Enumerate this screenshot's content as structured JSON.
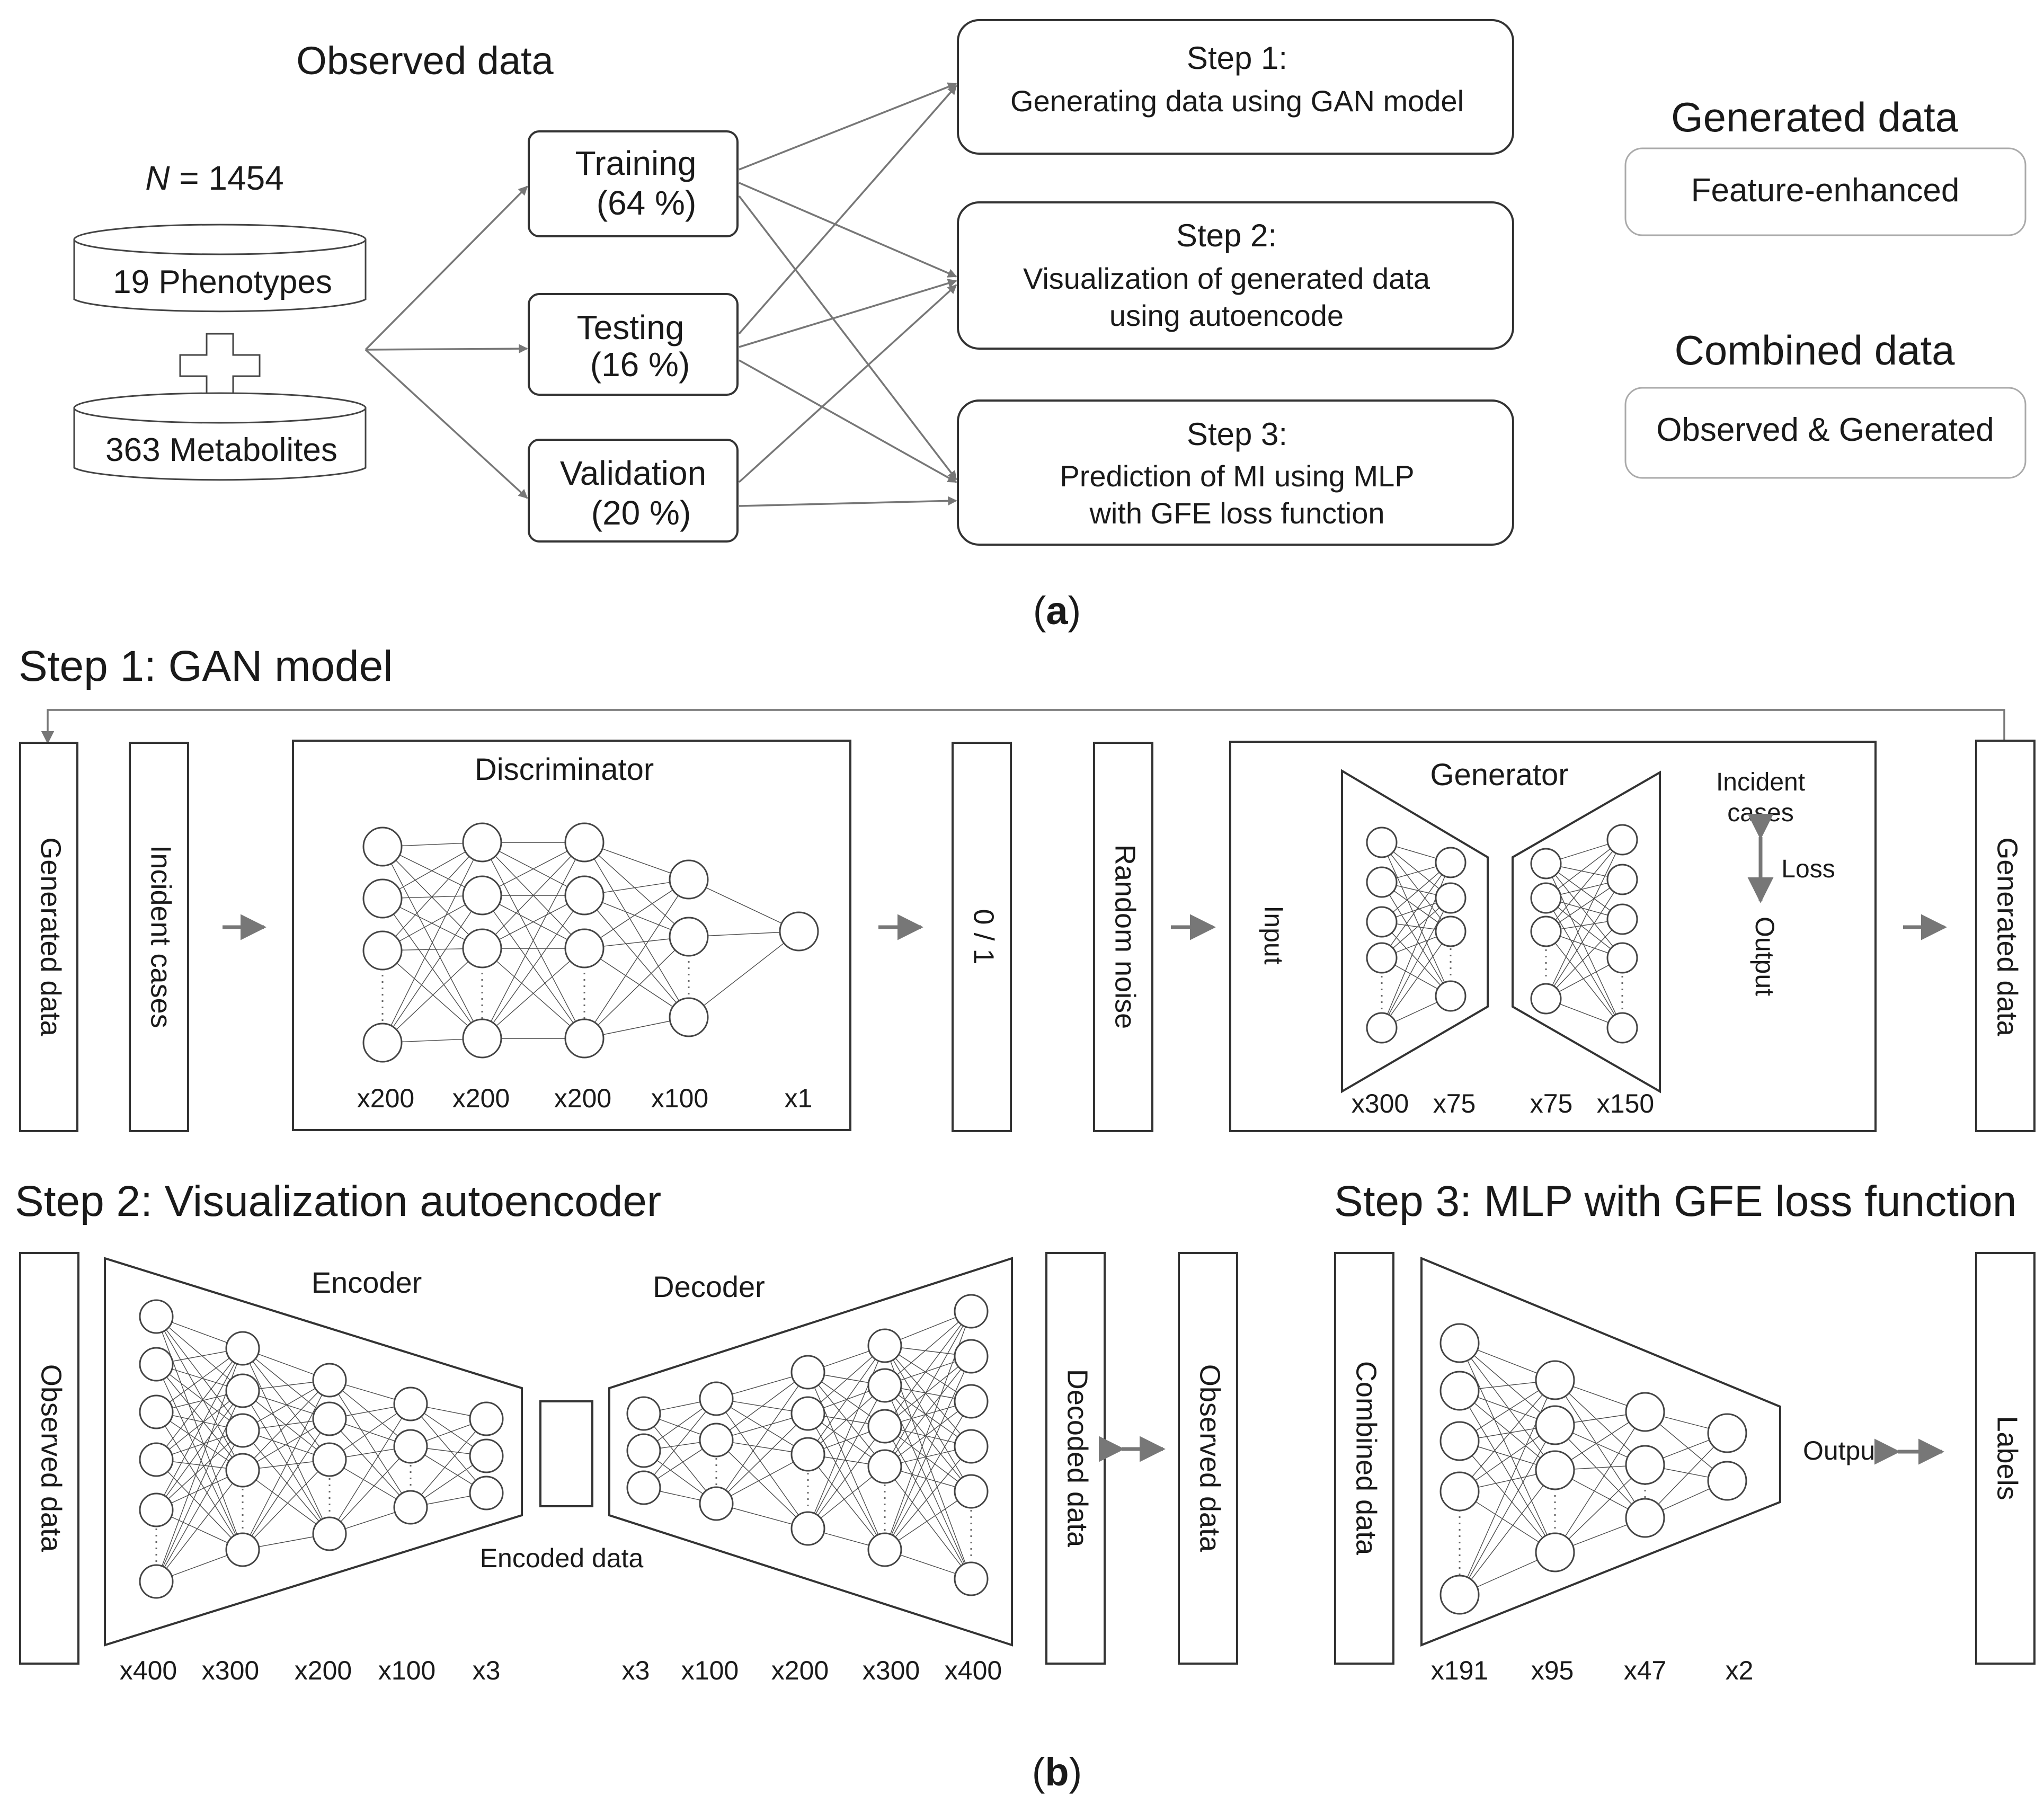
{
  "panel_a": {
    "observed_title": "Observed data",
    "n_prefix": "N",
    "n_value": "= 1454",
    "db_phenotypes": "19 Phenotypes",
    "db_metabolites": "363 Metabolites",
    "splits": [
      {
        "name": "Training",
        "pct": "(64 %)"
      },
      {
        "name": "Testing",
        "pct": "(16 %)"
      },
      {
        "name": "Validation",
        "pct": "(20 %)"
      }
    ],
    "steps": [
      {
        "title": "Step 1:",
        "lines": [
          "Generating data using GAN model"
        ]
      },
      {
        "title": "Step 2:",
        "lines": [
          "Visualization of generated data",
          "using autoencode"
        ]
      },
      {
        "title": "Step 3:",
        "lines": [
          "Prediction of MI using MLP",
          "with GFE loss function"
        ]
      }
    ],
    "generated_title": "Generated data",
    "generated_box": "Feature-enhanced",
    "combined_title": "Combined data",
    "combined_box": "Observed & Generated",
    "caption_open": "(",
    "caption_letter": "a",
    "caption_close": ")"
  },
  "step1": {
    "title": "Step 1: GAN model",
    "generated_data_left": "Generated data",
    "incident_cases": "Incident cases",
    "discriminator_title": "Discriminator",
    "disc_layers": [
      "x200",
      "x200",
      "x200",
      "x100",
      "x1"
    ],
    "zero_one": "0 / 1",
    "random_noise": "Random noise",
    "generator_title": "Generator",
    "input_label": "Input",
    "gen_layers": [
      "x300",
      "x75",
      "x75",
      "x150"
    ],
    "incident_cases_top": "Incident",
    "incident_cases_bottom": "cases",
    "loss_label": "Loss",
    "output_label": "Output",
    "generated_data_right": "Generated data"
  },
  "step2": {
    "title": "Step 2: Visualization autoencoder",
    "observed_data_left": "Observed data",
    "encoder_title": "Encoder",
    "decoder_title": "Decoder",
    "encoded_data": "Encoded data",
    "enc_layers": [
      "x400",
      "x300",
      "x200",
      "x100",
      "x3"
    ],
    "dec_layers": [
      "x3",
      "x100",
      "x200",
      "x300",
      "x400"
    ],
    "decoded_data": "Decoded data",
    "observed_data_right": "Observed data"
  },
  "step3": {
    "title": "Step 3: MLP with GFE loss function",
    "combined_data": "Combined data",
    "mlp_layers": [
      "x191",
      "x95",
      "x47",
      "x2"
    ],
    "output_label": "Output",
    "labels": "Labels"
  },
  "caption_b": {
    "open": "(",
    "letter": "b",
    "close": ")"
  },
  "colors": {
    "line": "#333333",
    "arrow": "#777777",
    "light_box": "#aaaaaa",
    "text": "#1a1a1a"
  }
}
